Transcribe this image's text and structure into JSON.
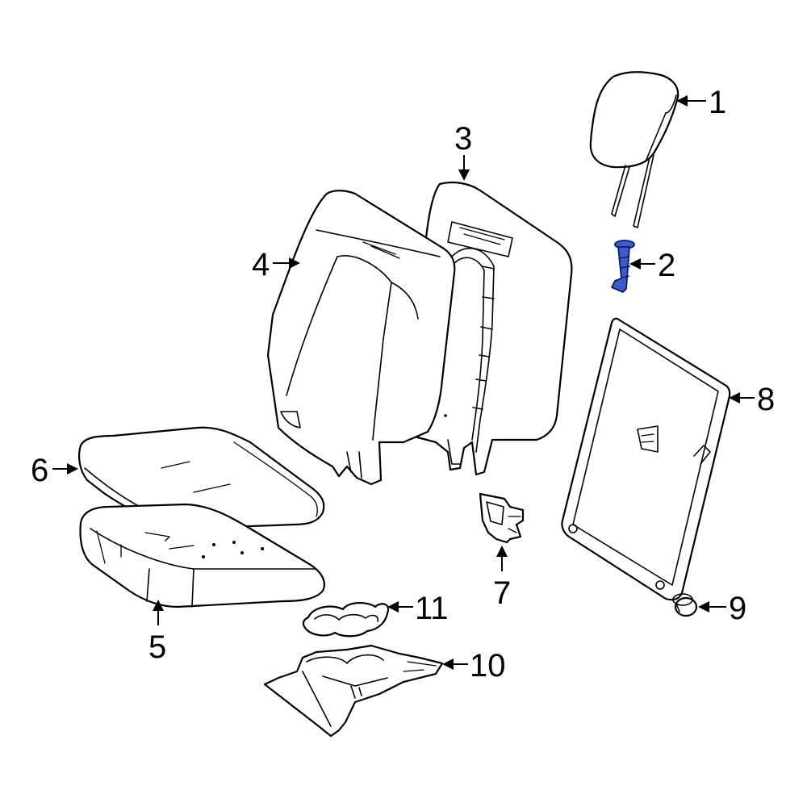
{
  "diagram": {
    "highlight_color": "#3c5cc8",
    "callouts": [
      {
        "number": "1"
      },
      {
        "number": "2"
      },
      {
        "number": "3"
      },
      {
        "number": "4"
      },
      {
        "number": "5"
      },
      {
        "number": "6"
      },
      {
        "number": "7"
      },
      {
        "number": "8"
      },
      {
        "number": "9"
      },
      {
        "number": "10"
      },
      {
        "number": "11"
      }
    ]
  }
}
